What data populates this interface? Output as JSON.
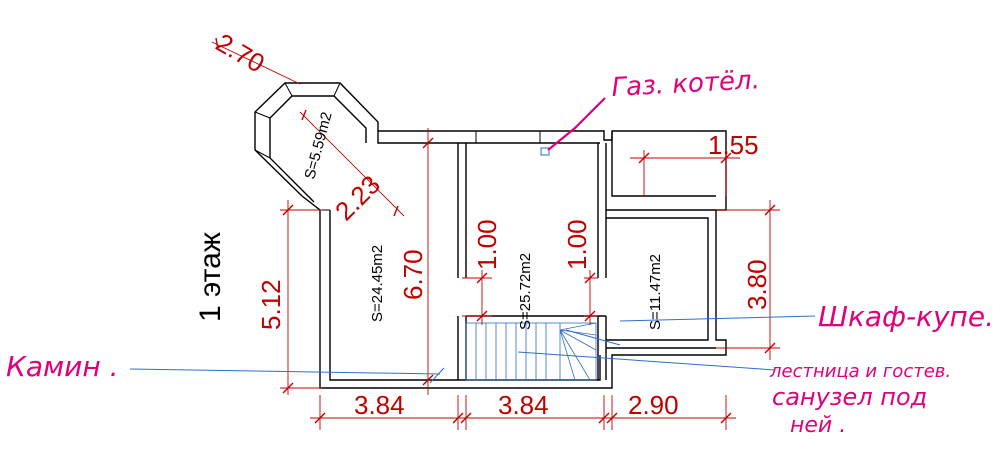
{
  "floor_label": "1 этаж",
  "dimensions": {
    "bay_width": "2.70",
    "bay_inner": "2.23",
    "right_top": "1.55",
    "left_height": "5.12",
    "living_height": "6.70",
    "opening_left": "1.00",
    "opening_right": "1.00",
    "small_room_height": "3.80",
    "bottom_left": "3.84",
    "bottom_mid": "3.84",
    "bottom_right": "2.90"
  },
  "areas": {
    "bay": "S=5.59m2",
    "living": "S=24.45m2",
    "hall": "S=25.72m2",
    "room": "S=11.47m2"
  },
  "notes": {
    "boiler": "Газ. котёл.",
    "fireplace": "Камин .",
    "wardrobe": "Шкаф-купе.",
    "stairs_1": "лестница и гостев.",
    "stairs_2": "санузел под",
    "stairs_3": "ней ."
  },
  "colors": {
    "dimension": "#c00000",
    "annotation": "#e0007a",
    "leader": "#2e6fc8",
    "wall": "#000000"
  }
}
